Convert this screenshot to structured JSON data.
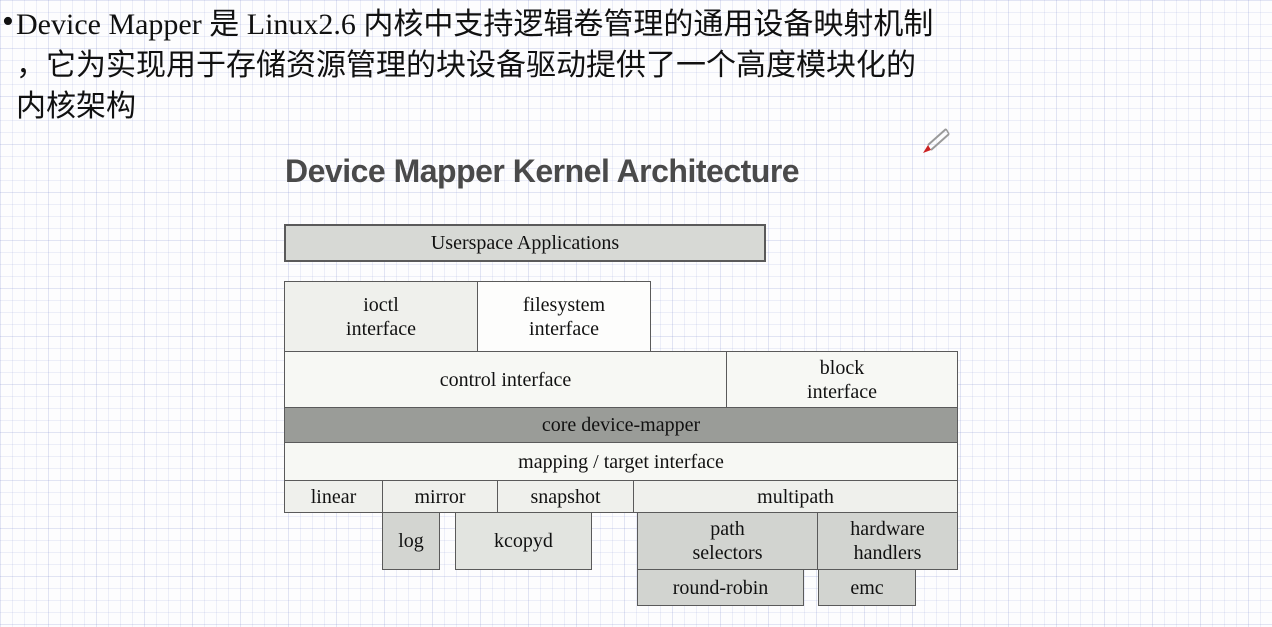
{
  "slide": {
    "bullet_marker": "•",
    "bullet_lines": [
      "Device Mapper 是 Linux2.6 内核中支持逻辑卷管理的通用设备映射机制",
      "，它为实现用于存储资源管理的块设备驱动提供了一个高度模块化的",
      "内核架构"
    ]
  },
  "diagram": {
    "title": "Device Mapper Kernel Architecture",
    "boxes": {
      "userspace": {
        "label": "Userspace Applications"
      },
      "ioctl": {
        "label": "ioctl\ninterface"
      },
      "filesystem": {
        "label": "filesystem\ninterface"
      },
      "control": {
        "label": "control interface"
      },
      "block": {
        "label": "block\ninterface"
      },
      "core": {
        "label": "core device-mapper"
      },
      "mapping": {
        "label": "mapping / target interface"
      },
      "linear": {
        "label": "linear"
      },
      "mirror": {
        "label": "mirror"
      },
      "snapshot": {
        "label": "snapshot"
      },
      "multipath": {
        "label": "multipath"
      },
      "log": {
        "label": "log"
      },
      "kcopyd": {
        "label": "kcopyd"
      },
      "path_selectors": {
        "label": "path\nselectors"
      },
      "hardware_handlers": {
        "label": "hardware\nhandlers"
      },
      "round_robin": {
        "label": "round-robin"
      },
      "emc": {
        "label": "emc"
      }
    }
  },
  "icons": {
    "pencil_cursor": "pencil-cursor-icon"
  },
  "colors": {
    "title_text": "#4a4a4a",
    "body_text": "#111111",
    "box_border": "#5a5a5a",
    "fill_userspace": "#d7d9d5",
    "fill_light_gray": "#eff0ec",
    "fill_near_white": "#f7f8f4",
    "fill_white": "#fdfdfc",
    "fill_core_dark": "#9a9c98",
    "fill_mid_gray": "#d2d4d0",
    "fill_kcopyd": "#e2e4e0",
    "pencil_red": "#cc2222",
    "grid_line": "#dfe3f2"
  }
}
